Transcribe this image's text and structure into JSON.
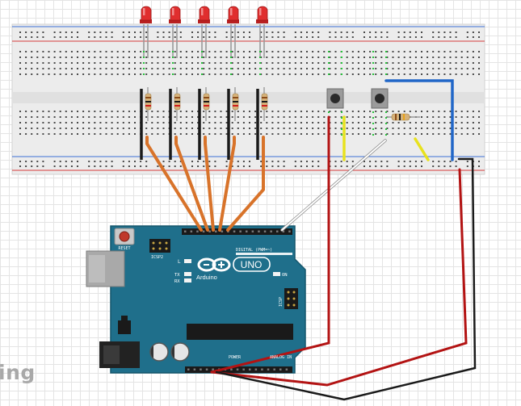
{
  "watermark": "ing",
  "board": {
    "logo_text": "UNO",
    "brand": "Arduino",
    "reset_label": "RESET",
    "icsp2_label": "ICSP2",
    "icsp_label": "ICSP",
    "l_label": "L",
    "tx_label": "TX",
    "rx_label": "RX",
    "on_label": "ON",
    "digital_label": "DIGITAL (PWM=~)",
    "power_label": "POWER",
    "analog_label": "ANALOG IN"
  },
  "colors": {
    "board": "#1f6f8b",
    "wire_orange": "#d8732a",
    "wire_red": "#b31313",
    "wire_black": "#1a1a1a",
    "wire_yellow": "#e8e21e",
    "wire_blue": "#2167c8",
    "led": "#e02e2e",
    "breadboard": "#ececec"
  },
  "components": {
    "leds": 5,
    "resistors": 6,
    "pushbuttons": 2
  }
}
